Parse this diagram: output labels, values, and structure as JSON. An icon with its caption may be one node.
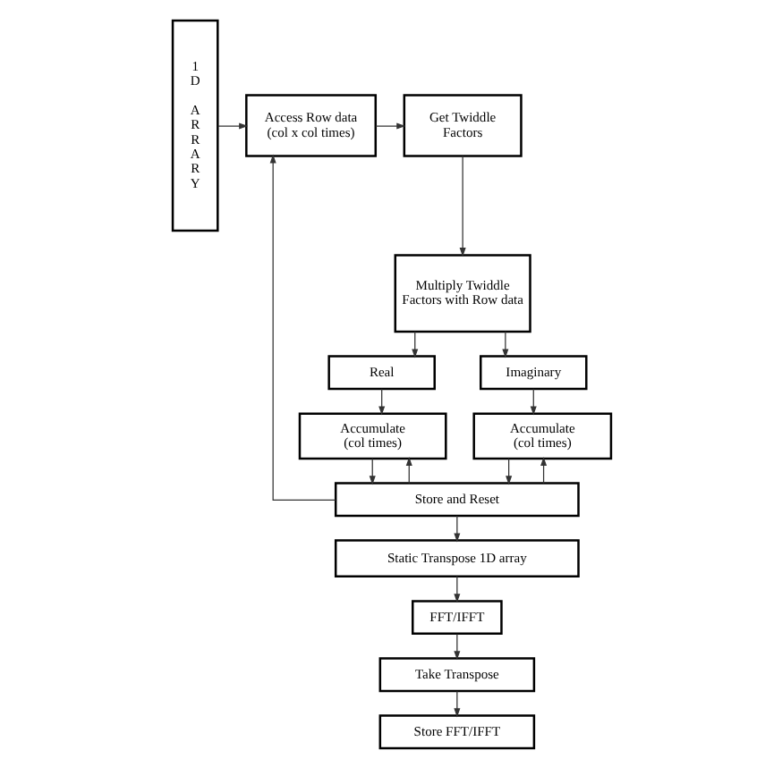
{
  "diagram": {
    "nodes": [
      {
        "text": [
          "1D ARRARY"
        ]
      },
      {
        "text": [
          "Access Row data (col x col times)"
        ]
      },
      {
        "text": [
          "Get Twiddle Factors"
        ]
      },
      {
        "text": [
          "Multiply Twiddle Factors with Row data"
        ]
      },
      {
        "text": [
          "Real"
        ]
      },
      {
        "text": [
          "Imaginary"
        ]
      },
      {
        "text": [
          "Accumulate (col times)"
        ]
      },
      {
        "text": [
          "Accumulate (col times)"
        ]
      },
      {
        "text": [
          "Store and Reset"
        ]
      },
      {
        "text": [
          "Static Transpose 1D array"
        ]
      },
      {
        "text": [
          "FFT/IFFT"
        ]
      },
      {
        "text": [
          "Take Transpose"
        ]
      },
      {
        "text": [
          "Store FFT/IFFT"
        ]
      }
    ],
    "edges": [
      {
        "from": 0,
        "to": 1,
        "arrow": "to"
      },
      {
        "from": 1,
        "to": 2,
        "arrow": "to"
      },
      {
        "from": 2,
        "to": 3,
        "arrow": "to"
      },
      {
        "from": 3,
        "to": 4,
        "arrow": "to"
      },
      {
        "from": 3,
        "to": 5,
        "arrow": "to"
      },
      {
        "from": 4,
        "to": 6,
        "arrow": "to"
      },
      {
        "from": 5,
        "to": 7,
        "arrow": "to"
      },
      {
        "from": 6,
        "to": 8,
        "arrow": "to"
      },
      {
        "from": 7,
        "to": 8,
        "arrow": "to"
      },
      {
        "from": 8,
        "to": 6,
        "arrow": "to"
      },
      {
        "from": 8,
        "to": 7,
        "arrow": "to"
      },
      {
        "from": 8,
        "to": 1,
        "arrow": "to"
      },
      {
        "from": 8,
        "to": 9,
        "arrow": "to"
      },
      {
        "from": 9,
        "to": 10,
        "arrow": "to"
      },
      {
        "from": 10,
        "to": 11,
        "arrow": "to"
      },
      {
        "from": 11,
        "to": 12,
        "arrow": "to"
      }
    ]
  }
}
